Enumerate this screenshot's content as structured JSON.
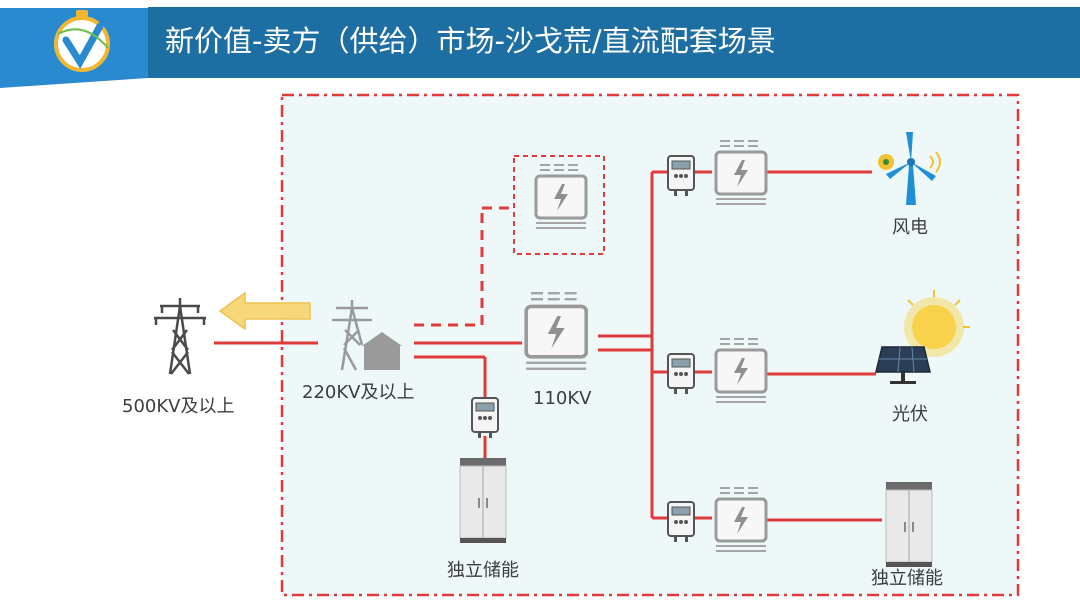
{
  "header": {
    "title": "新价值-卖方（供给）市场-沙戈荒/直流配套场景"
  },
  "labels": {
    "grid_500kv": "500KV及以上",
    "substation_220kv": "220KV及以上",
    "transformer_110kv": "110KV",
    "wind": "风电",
    "solar": "光伏",
    "storage_left": "独立储能",
    "storage_right": "独立储能"
  },
  "colors": {
    "header_bar": "#1d6ea3",
    "line": "#e03a3a",
    "arrow": "#f6d77a",
    "panel_bg": "#eef8f8",
    "icon_gray": "#9a9a9a"
  }
}
